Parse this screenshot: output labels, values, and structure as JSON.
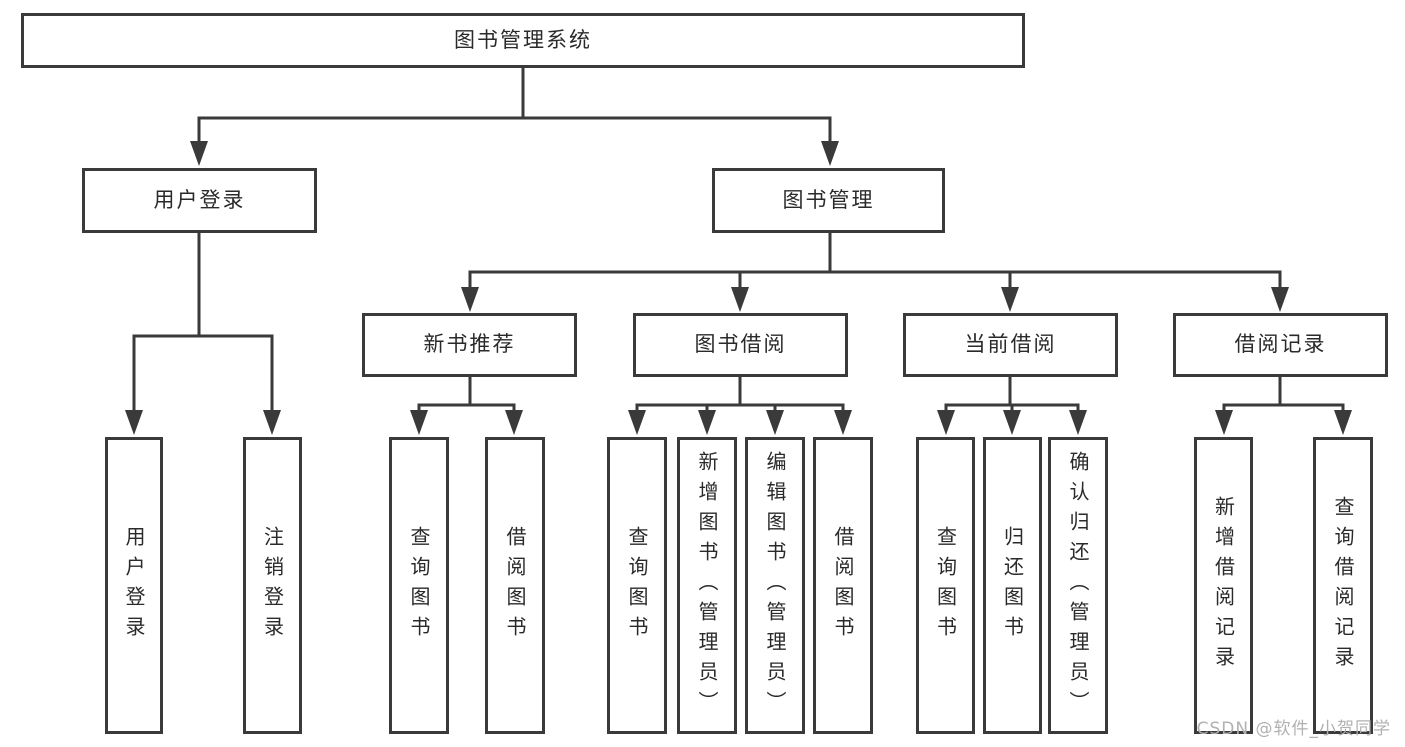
{
  "nodes": {
    "root": "图书管理系统",
    "user_login": "用户登录",
    "book_mgmt": "图书管理",
    "ul_login": "用户登录",
    "ul_logout": "注销登录",
    "new_book": "新书推荐",
    "borrow": "图书借阅",
    "current": "当前借阅",
    "record": "借阅记录",
    "nb_query": "查询图书",
    "nb_borrow": "借阅图书",
    "bb_query": "查询图书",
    "bb_add": "新增图书（管理员）",
    "bb_edit": "编辑图书（管理员）",
    "bb_borrow": "借阅图书",
    "cb_query": "查询图书",
    "cb_return": "归还图书",
    "cb_confirm": "确认归还（管理员）",
    "br_add": "新增借阅记录",
    "br_query": "查询借阅记录"
  },
  "watermark": "CSDN @软件_小贺同学",
  "colors": {
    "stroke": "#3a3a3a",
    "text": "#2a2a2a",
    "watermark": "#b1b1b1",
    "background": "#ffffff"
  }
}
